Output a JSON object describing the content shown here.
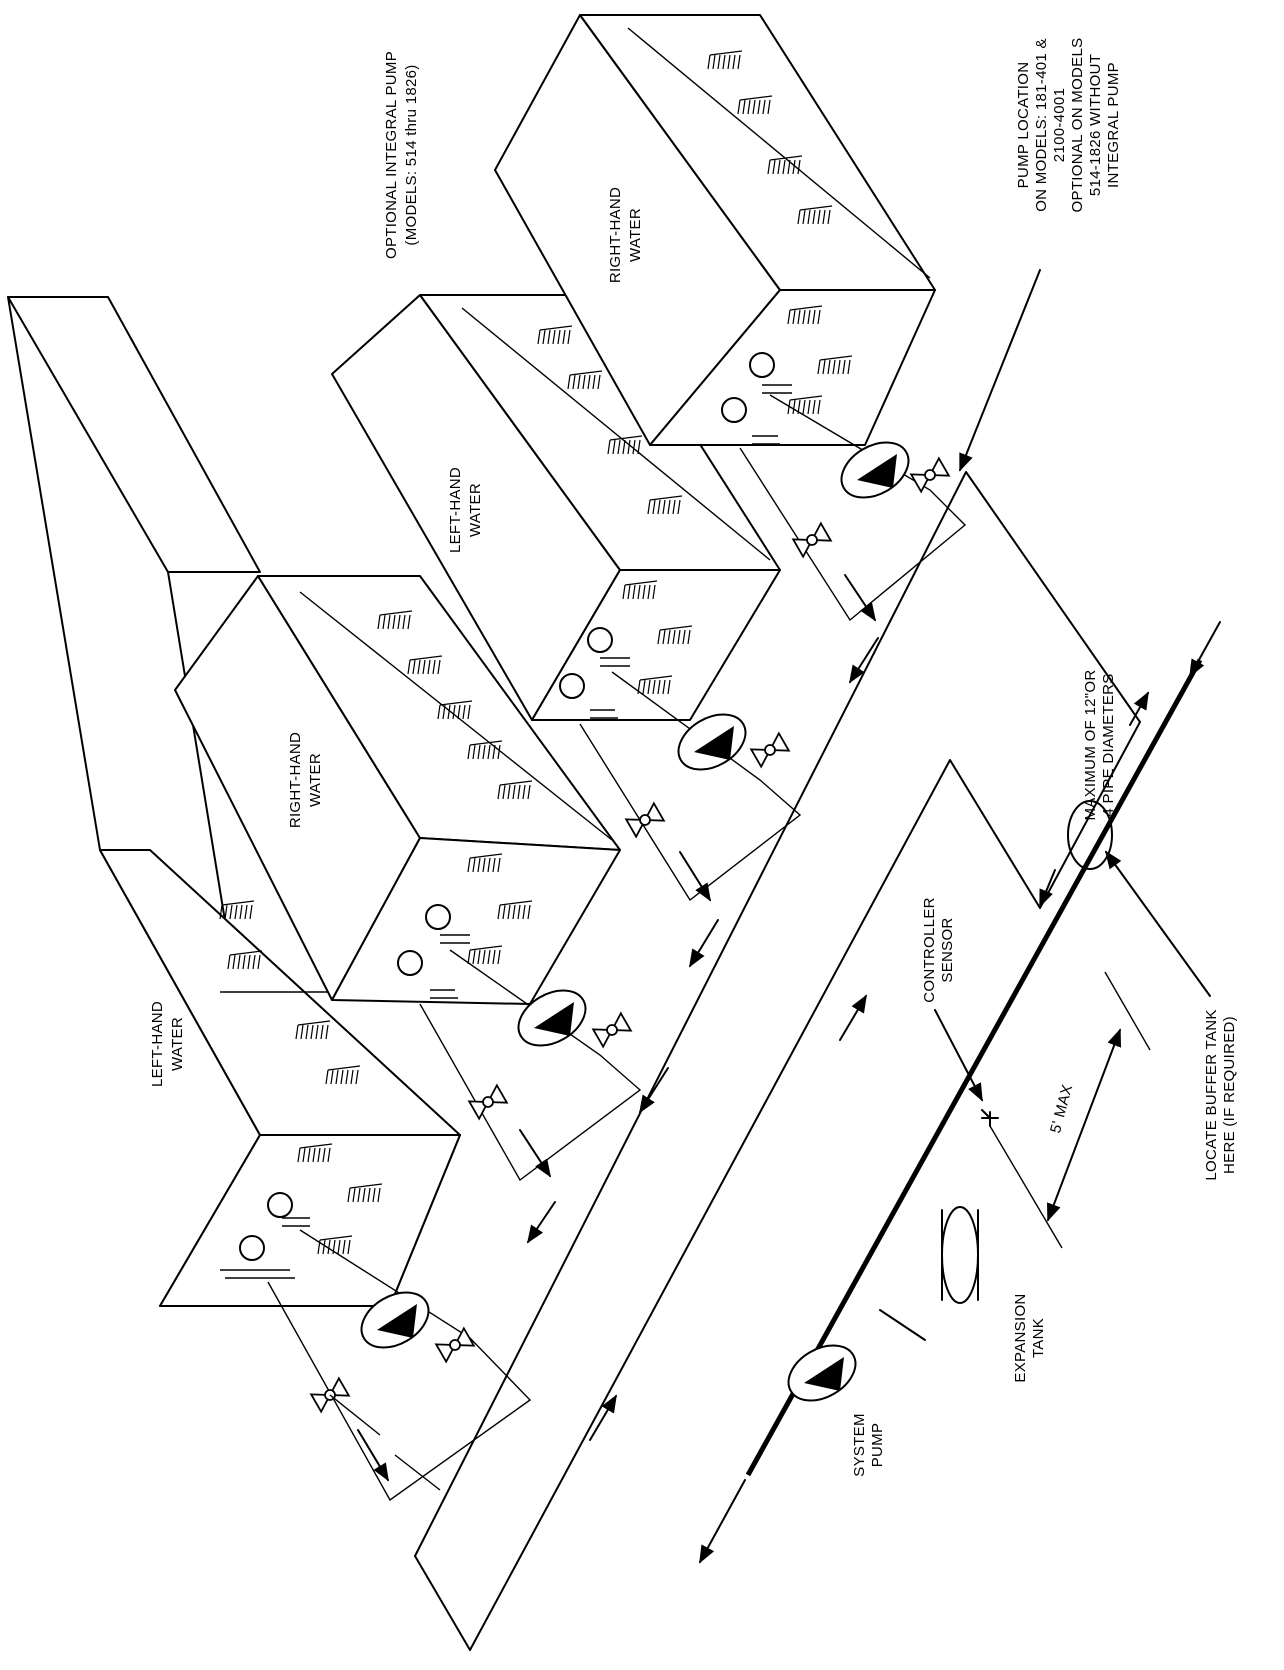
{
  "units": [
    {
      "id": "unit-1",
      "label_line1": "LEFT-HAND",
      "label_line2": "WATER"
    },
    {
      "id": "unit-2",
      "label_line1": "RIGHT-HAND",
      "label_line2": "WATER"
    },
    {
      "id": "unit-3",
      "label_line1": "LEFT-HAND",
      "label_line2": "WATER"
    },
    {
      "id": "unit-4",
      "label_line1": "RIGHT-HAND",
      "label_line2": "WATER"
    }
  ],
  "callouts": {
    "integral_pump_line1": "OPTIONAL INTEGRAL PUMP",
    "integral_pump_line2": "(MODELS: 514 thru 1826)",
    "pump_location_line1": "PUMP LOCATION",
    "pump_location_line2": "ON MODELS: 181-401 &",
    "pump_location_line3": "2100-4001",
    "pump_location_line4": "OPTIONAL ON MODELS",
    "pump_location_line5": "514-1826 WITHOUT",
    "pump_location_line6": "INTEGRAL PUMP",
    "max_pipe_line1": "MAXIMUM OF 12\"OR",
    "max_pipe_line2": "4 PIPE DIAMETERS",
    "controller_line1": "CONTROLLER",
    "controller_line2": "SENSOR",
    "five_max": "5' MAX",
    "buffer_line1": "LOCATE BUFFER TANK",
    "buffer_line2": "HERE (IF REQUIRED)",
    "expansion_line1": "EXPANSION",
    "expansion_line2": "TANK",
    "system_pump_line1": "SYSTEM",
    "system_pump_line2": "PUMP"
  }
}
